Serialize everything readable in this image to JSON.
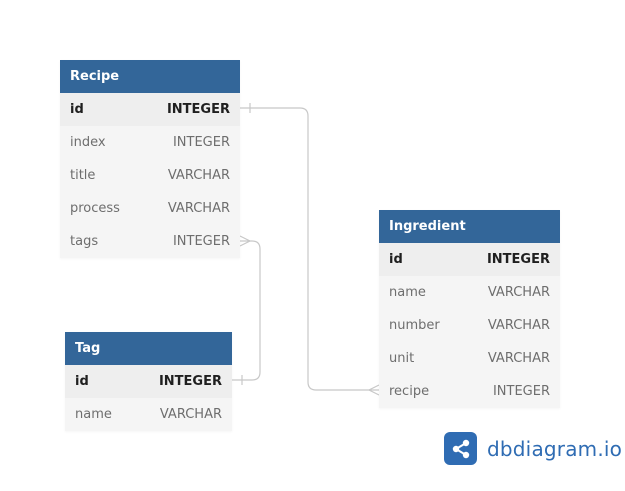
{
  "colors": {
    "header_bg": "#336699",
    "body_bg": "#f5f5f5",
    "pk_row_bg": "#eeeeee",
    "connector": "#c8c8c8",
    "brand": "#2f6cb3"
  },
  "tables": {
    "recipe": {
      "name": "Recipe",
      "fields": [
        {
          "name": "id",
          "type": "INTEGER",
          "pk": true
        },
        {
          "name": "index",
          "type": "INTEGER",
          "pk": false
        },
        {
          "name": "title",
          "type": "VARCHAR",
          "pk": false
        },
        {
          "name": "process",
          "type": "VARCHAR",
          "pk": false
        },
        {
          "name": "tags",
          "type": "INTEGER",
          "pk": false
        }
      ]
    },
    "tag": {
      "name": "Tag",
      "fields": [
        {
          "name": "id",
          "type": "INTEGER",
          "pk": true
        },
        {
          "name": "name",
          "type": "VARCHAR",
          "pk": false
        }
      ]
    },
    "ingredient": {
      "name": "Ingredient",
      "fields": [
        {
          "name": "id",
          "type": "INTEGER",
          "pk": true
        },
        {
          "name": "name",
          "type": "VARCHAR",
          "pk": false
        },
        {
          "name": "number",
          "type": "VARCHAR",
          "pk": false
        },
        {
          "name": "unit",
          "type": "VARCHAR",
          "pk": false
        },
        {
          "name": "recipe",
          "type": "INTEGER",
          "pk": false
        }
      ]
    }
  },
  "relationships": [
    {
      "from": "Recipe.id",
      "to": "Ingredient.recipe",
      "from_end": "one",
      "to_end": "many"
    },
    {
      "from": "Recipe.tags",
      "to": "Tag.id",
      "from_end": "many",
      "to_end": "one"
    }
  ],
  "branding": {
    "logo_text": "dbdiagram.io",
    "logo_icon": "share-icon"
  }
}
